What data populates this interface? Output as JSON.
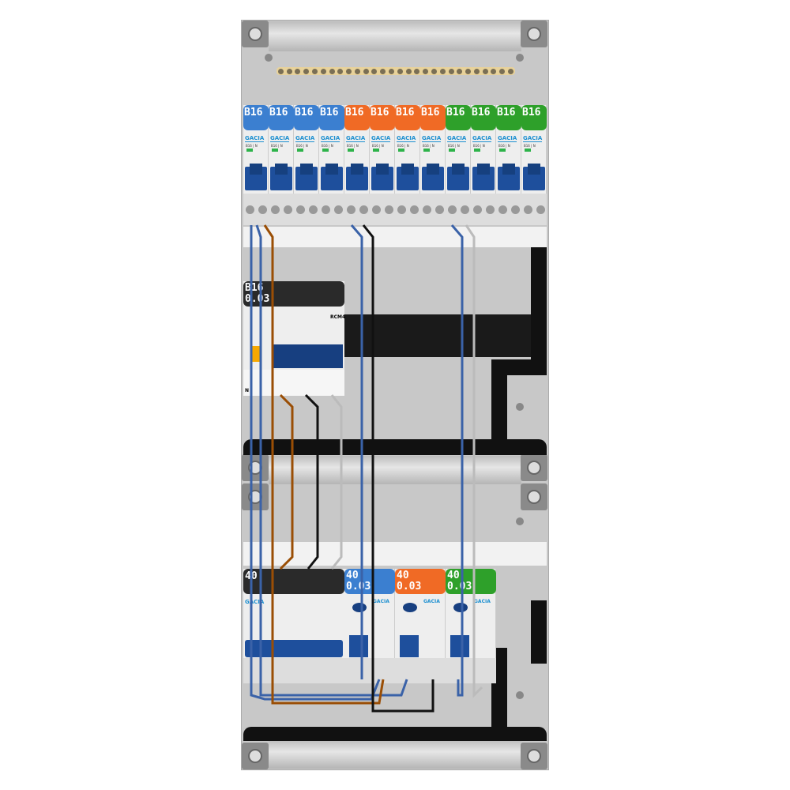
{
  "top_row": {
    "breakers": [
      {
        "rating": "B16",
        "color": "#3b7fd0"
      },
      {
        "rating": "B16",
        "color": "#3b7fd0"
      },
      {
        "rating": "B16",
        "color": "#3b7fd0"
      },
      {
        "rating": "B16",
        "color": "#3b7fd0"
      },
      {
        "rating": "B16",
        "color": "#f06a25"
      },
      {
        "rating": "B16",
        "color": "#f06a25"
      },
      {
        "rating": "B16",
        "color": "#f06a25"
      },
      {
        "rating": "B16",
        "color": "#f06a25"
      },
      {
        "rating": "B16",
        "color": "#2ea02a"
      },
      {
        "rating": "B16",
        "color": "#2ea02a"
      },
      {
        "rating": "B16",
        "color": "#2ea02a"
      },
      {
        "rating": "B16",
        "color": "#2ea02a"
      }
    ],
    "brand": "GACIA",
    "model": "B16 | N"
  },
  "rcbo": {
    "rating_line1": "B16",
    "rating_line2": "0.03",
    "module": "RCM4",
    "neutral_label": "N"
  },
  "bottom_row": {
    "main_switch": {
      "rating": "40",
      "brand": "GACIA"
    },
    "rcds": [
      {
        "rating_line1": "40",
        "rating_line2": "0.03",
        "color": "#3b7fd0",
        "brand": "GACIA"
      },
      {
        "rating_line1": "40",
        "rating_line2": "0.03",
        "color": "#f06a25",
        "brand": "GACIA"
      },
      {
        "rating_line1": "40",
        "rating_line2": "0.03",
        "color": "#2ea02a",
        "brand": "GACIA"
      }
    ]
  }
}
